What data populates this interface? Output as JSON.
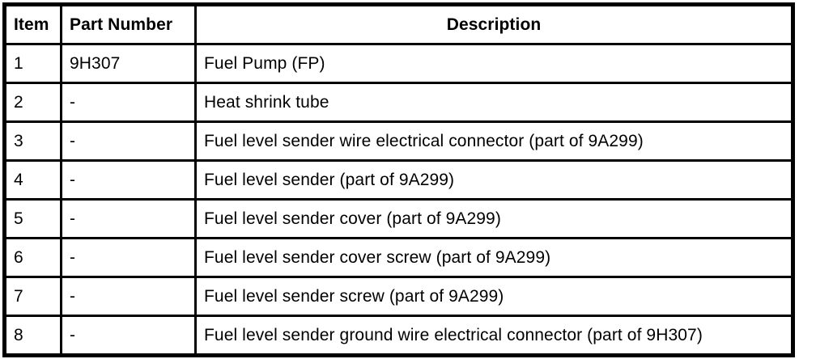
{
  "table": {
    "columns": [
      "Item",
      "Part Number",
      "Description"
    ],
    "rows": [
      {
        "item": "1",
        "part_number": "9H307",
        "description": "Fuel Pump (FP)"
      },
      {
        "item": "2",
        "part_number": "-",
        "description": "Heat shrink tube"
      },
      {
        "item": "3",
        "part_number": "-",
        "description": "Fuel level sender wire electrical connector (part of 9A299)"
      },
      {
        "item": "4",
        "part_number": "-",
        "description": "Fuel level sender (part of 9A299)"
      },
      {
        "item": "5",
        "part_number": "-",
        "description": "Fuel level sender cover (part of 9A299)"
      },
      {
        "item": "6",
        "part_number": "-",
        "description": "Fuel level sender cover screw (part of 9A299)"
      },
      {
        "item": "7",
        "part_number": "-",
        "description": "Fuel level sender screw (part of 9A299)"
      },
      {
        "item": "8",
        "part_number": "-",
        "description": "Fuel level sender ground wire electrical connector (part of 9H307)"
      }
    ],
    "colors": {
      "border": "#000000",
      "text": "#000000",
      "background": "#ffffff"
    }
  }
}
